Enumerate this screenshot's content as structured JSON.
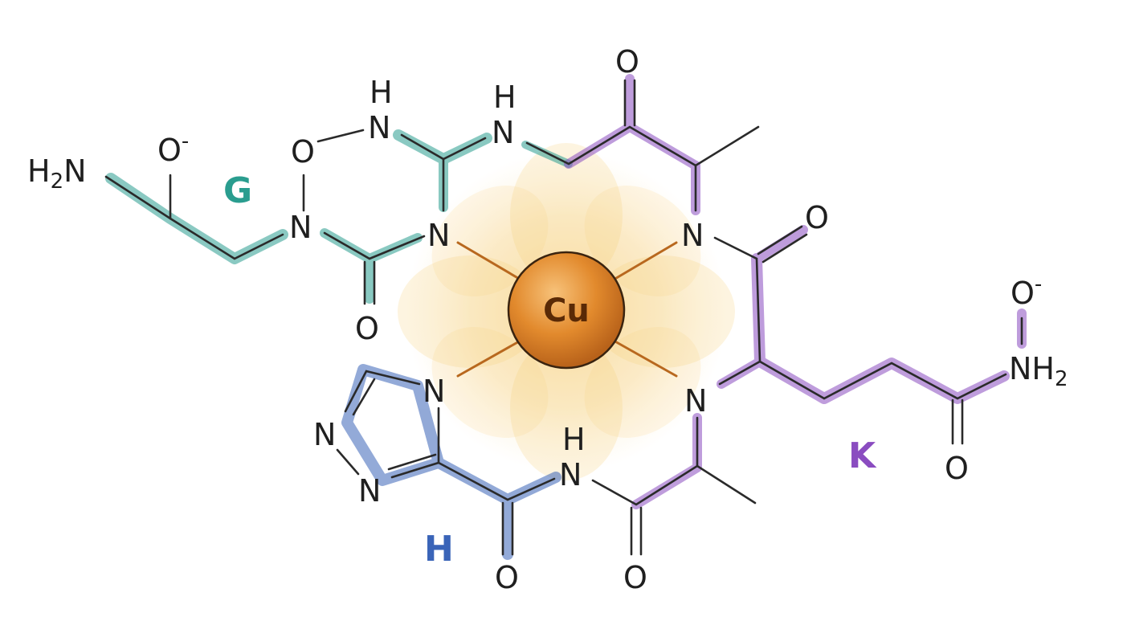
{
  "metal": {
    "label": "Cu",
    "color": "#e08a2a"
  },
  "residues": [
    {
      "label": "G",
      "color": "#2a9d8f"
    },
    {
      "label": "H",
      "color": "#3a64b8"
    },
    {
      "label": "K",
      "color": "#8a4cc0"
    }
  ],
  "atoms": {
    "h2n_left": {
      "main": "H",
      "sub": "2",
      "tail": "N"
    },
    "o_minus_top": {
      "main": "O",
      "sup": "-"
    },
    "o_link": "O",
    "h_top1": "H",
    "n_top1": "N",
    "h_top2": "H",
    "n_top2": "N",
    "o_top": "O",
    "n_left_ring": "N",
    "n_coord_tl": "N",
    "o_bottom_left": "O",
    "n_coord_tr": "N",
    "o_right": "O",
    "n_coord_bl": "N",
    "n_coord_br": "N",
    "n_tri1": "N",
    "n_tri2": "N",
    "h_amide": "H",
    "n_amide": "N",
    "o_bottom_h": "O",
    "o_bottom_mid": "O",
    "o_minus_right": {
      "main": "O",
      "sup": "-"
    },
    "nh2_right": {
      "main": "NH",
      "sub": "2"
    },
    "o_bottom_right": "O"
  }
}
